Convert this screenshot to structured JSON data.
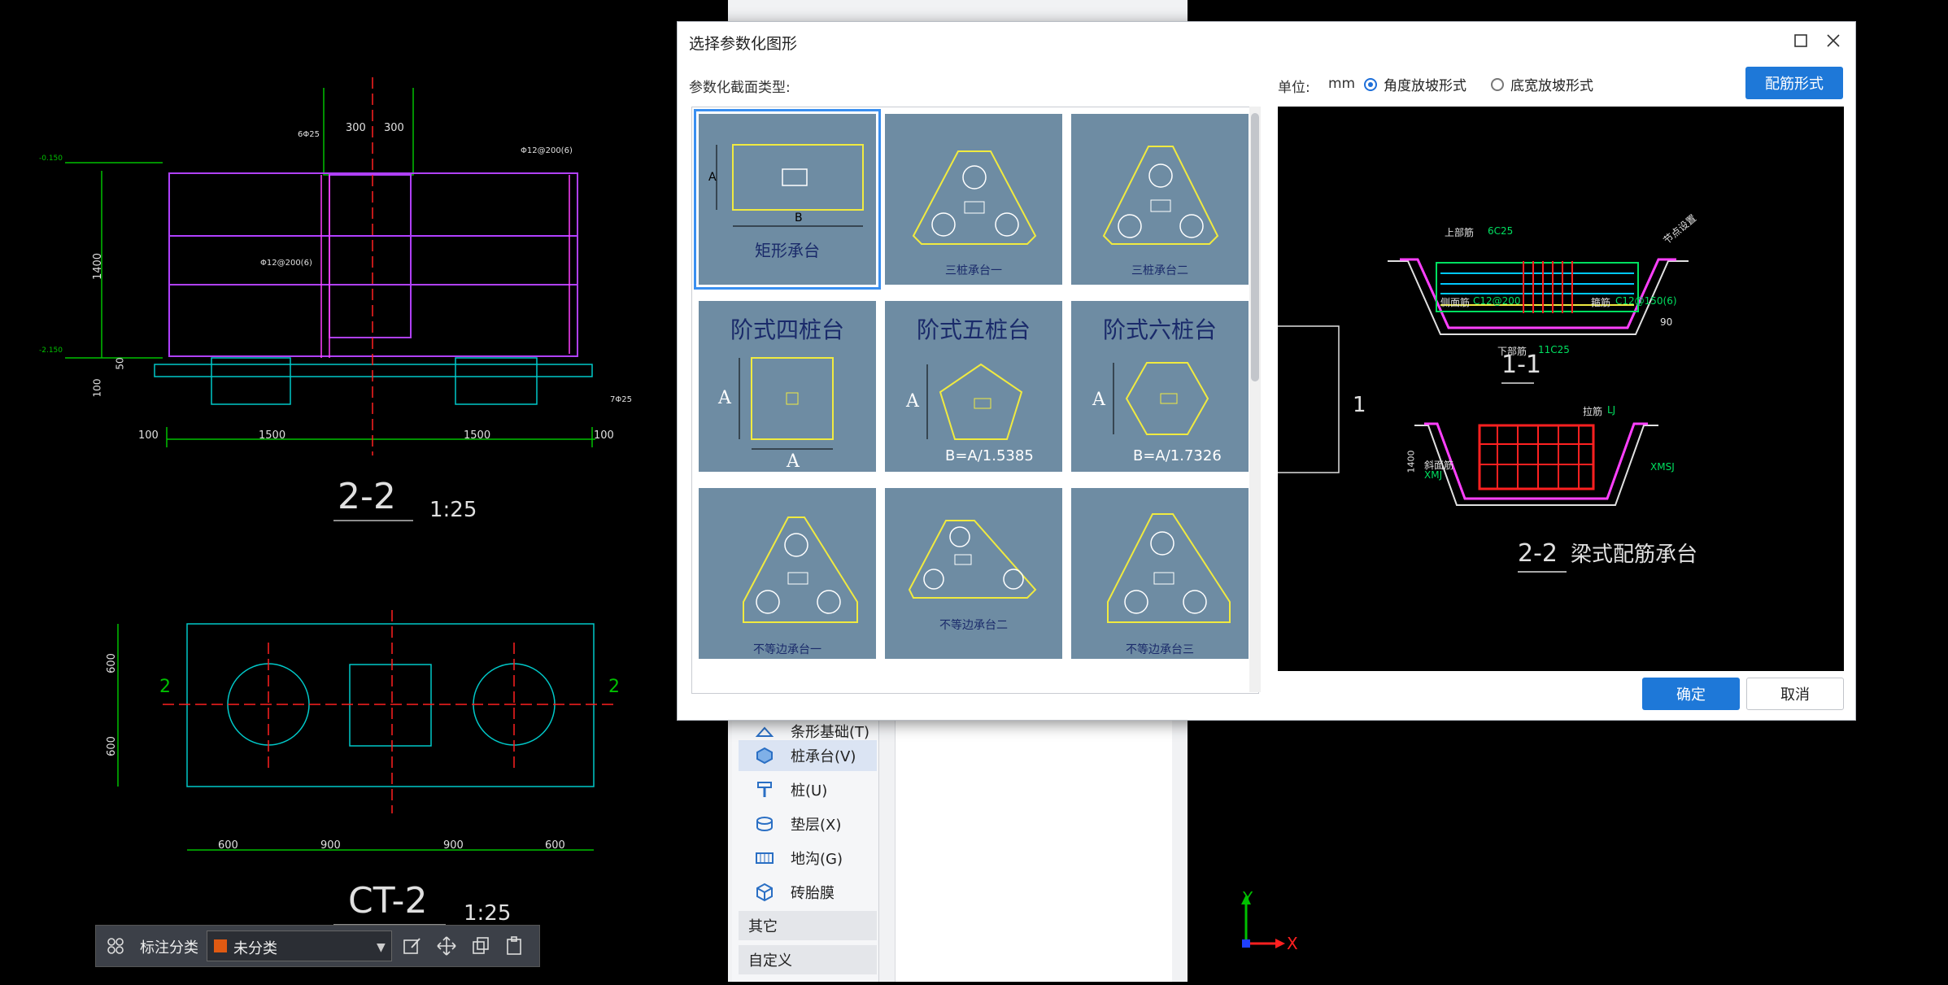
{
  "left_cad": {
    "section_title": "2-2",
    "section_scale": "1:25",
    "plan_title": "CT-2",
    "plan_scale": "1:25",
    "dims_top": [
      "300",
      "300"
    ],
    "dims_bottom": [
      "100",
      "1500",
      "1500",
      "100"
    ],
    "dim_height": "1400",
    "dim_small": [
      "50",
      "100"
    ],
    "plan_dims_left": [
      "600",
      "600"
    ],
    "plan_dims_bottom": [
      "600",
      "900",
      "900",
      "600"
    ],
    "plan_marks": [
      "2",
      "2"
    ],
    "rebar_notes": [
      "6Φ25",
      "Φ12@200(6)",
      "Φ12@200(6)",
      "7Φ25"
    ],
    "levels": [
      "-0.150",
      "-2.150"
    ]
  },
  "middle_panel": {
    "items": [
      {
        "label": "条形基础(T)",
        "icon": "strip-foundation-icon"
      },
      {
        "label": "桩承台(V)",
        "icon": "pile-cap-icon",
        "selected": true
      },
      {
        "label": "桩(U)",
        "icon": "pile-icon"
      },
      {
        "label": "垫层(X)",
        "icon": "cushion-icon"
      },
      {
        "label": "地沟(G)",
        "icon": "trench-icon"
      },
      {
        "label": "砖胎膜",
        "icon": "brick-formwork-icon"
      }
    ],
    "groups": [
      "其它",
      "自定义"
    ]
  },
  "dialog": {
    "title": "选择参数化图形",
    "section_type_label": "参数化截面类型:",
    "unit_label": "单位:",
    "unit_value": "mm",
    "radio_options": [
      {
        "label": "角度放坡形式",
        "checked": true
      },
      {
        "label": "底宽放坡形式",
        "checked": false
      }
    ],
    "rebar_button": "配筋形式",
    "ok_button": "确定",
    "cancel_button": "取消",
    "tiles": [
      {
        "label": "矩形承台",
        "selected": true
      },
      {
        "label": "三桩承台一"
      },
      {
        "label": "三桩承台二"
      },
      {
        "label": "阶式四桩台",
        "formula": ""
      },
      {
        "label": "阶式五桩台",
        "formula": "B=A/1.5385"
      },
      {
        "label": "阶式六桩台",
        "formula": "B=A/1.7326"
      },
      {
        "label": "不等边承台一"
      },
      {
        "label": "不等边承台二"
      },
      {
        "label": "不等边承台三"
      }
    ],
    "tile_letters": {
      "a": "A",
      "b": "B"
    },
    "preview": {
      "title": "梁式配筋承台",
      "section1": "1-1",
      "section2": "2-2",
      "mark": "1",
      "notes": [
        "上部筋",
        "6C25",
        "侧面筋",
        "C12@200",
        "箍筋",
        "C12@150(6)",
        "下部筋",
        "11C25",
        "拉筋",
        "LJ",
        "斜面筋",
        "XMJ",
        "节点设置",
        "90",
        "1400",
        "XMSJ"
      ]
    }
  },
  "toolbar": {
    "label": "标注分类",
    "select_value": "未分类",
    "swatch_color": "#e05a12"
  },
  "axes": {
    "x": "X",
    "y": "Y"
  }
}
